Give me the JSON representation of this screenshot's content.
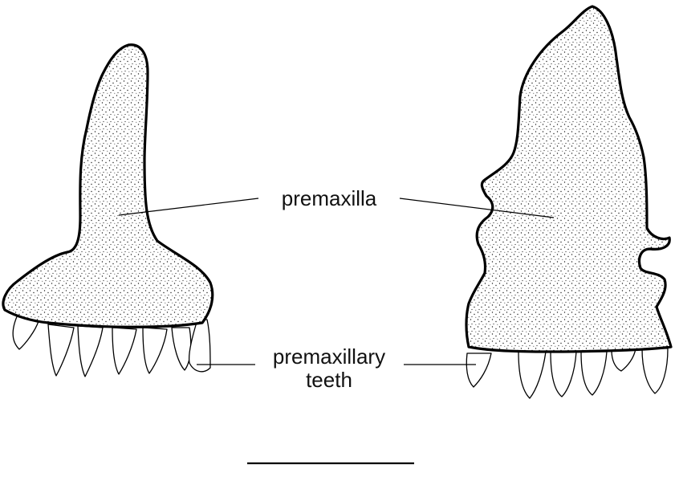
{
  "labels": {
    "premaxilla": "premaxilla",
    "teeth_line1": "premaxillary",
    "teeth_line2": "teeth"
  }
}
